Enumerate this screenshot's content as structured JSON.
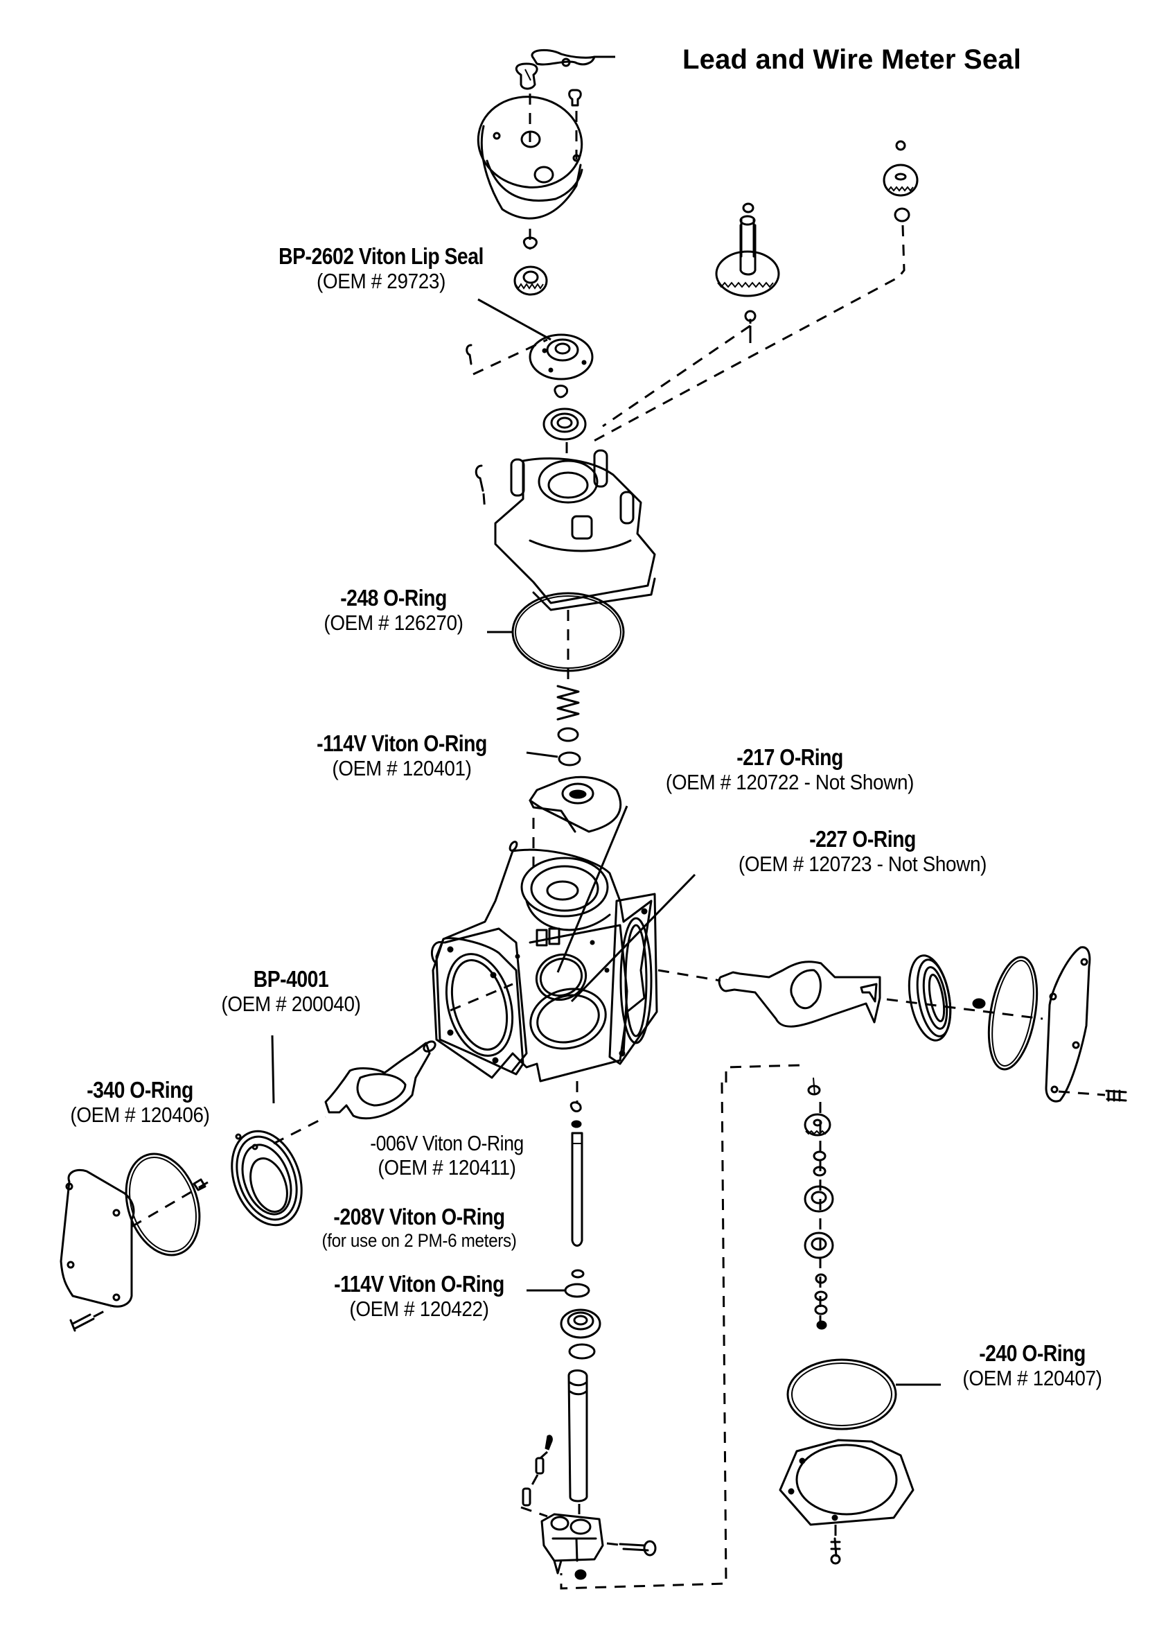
{
  "diagram": {
    "type": "exploded parts view",
    "subject": "Meter assembly seal and O-ring locations",
    "colors": {
      "ink": "#000000",
      "background": "#ffffff"
    }
  },
  "callouts": {
    "lead_wire_seal": {
      "title": "Lead and Wire Meter Seal"
    },
    "lip_seal": {
      "title": "BP-2602 Viton Lip Seal",
      "subtitle": "(OEM # 29723)"
    },
    "oring_248": {
      "title": "-248 O-Ring",
      "subtitle": "(OEM # 126270)"
    },
    "oring_114v_top": {
      "title": "-114V Viton O-Ring",
      "subtitle": "(OEM # 120401)"
    },
    "oring_217": {
      "title": "-217 O-Ring",
      "subtitle": "(OEM # 120722 - Not Shown)"
    },
    "oring_227": {
      "title": "-227 O-Ring",
      "subtitle": "(OEM # 120723 - Not Shown)"
    },
    "bp_4001": {
      "title": "BP-4001",
      "subtitle": "(OEM # 200040)"
    },
    "oring_340": {
      "title": "-340 O-Ring",
      "subtitle": "(OEM # 120406)"
    },
    "oring_006v": {
      "title": "-006V Viton O-Ring",
      "subtitle": "(OEM # 120411)"
    },
    "oring_208v": {
      "title": "-208V Viton O-Ring",
      "subtitle": "(for use on 2 PM-6 meters)"
    },
    "oring_114v_bottom": {
      "title": "-114V Viton O-Ring",
      "subtitle": "(OEM # 120422)"
    },
    "oring_240": {
      "title": "-240 O-Ring",
      "subtitle": "(OEM # 120407)"
    }
  }
}
